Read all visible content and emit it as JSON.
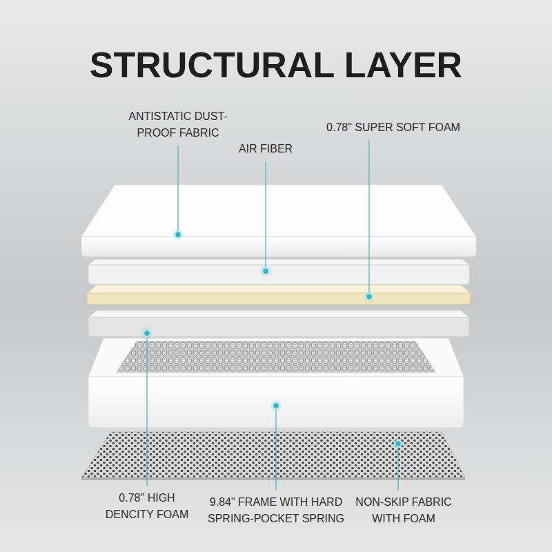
{
  "diagram": {
    "title": "STRUCTURAL LAYER",
    "labels": [
      "ANTISTATIC DUST-PROOF FABRIC",
      "AIR FIBER",
      "0.78\" SUPER SOFT FOAM",
      "0.78\" HIGH DENCITY FOAM",
      "9.84\" FRAME WITH HARD SPRING-POCKET SPRING",
      "NON-SKIP FABRIC WITH FOAM"
    ]
  }
}
